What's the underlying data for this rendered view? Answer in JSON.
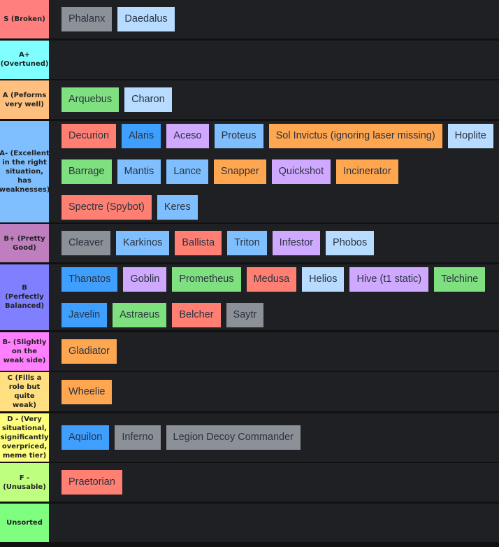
{
  "item_colors": {
    "gray": "#8c9097",
    "lightblue": "#b7dcff",
    "midblue": "#7fbfff",
    "blue": "#3f9fff",
    "red": "#ff7f73",
    "purple": "#cfa8ff",
    "orange": "#ffa650",
    "green": "#7fe07f"
  },
  "tiers": [
    {
      "label": "S (Broken)",
      "color": "#ff7f7f",
      "items": [
        {
          "name": "Phalanx",
          "color": "gray"
        },
        {
          "name": "Daedalus",
          "color": "lightblue"
        }
      ]
    },
    {
      "label": "A+ (Overtuned)",
      "color": "#7fffff",
      "items": []
    },
    {
      "label": "A (Peforms very well)",
      "color": "#ffbf7f",
      "items": [
        {
          "name": "Arquebus",
          "color": "green"
        },
        {
          "name": "Charon",
          "color": "lightblue"
        }
      ]
    },
    {
      "label": "A- (Excellent in the right situation, has weaknesses)",
      "color": "#7fbfff",
      "items": [
        {
          "name": "Decurion",
          "color": "red"
        },
        {
          "name": "Alaris",
          "color": "blue"
        },
        {
          "name": "Aceso",
          "color": "purple"
        },
        {
          "name": "Proteus",
          "color": "midblue"
        },
        {
          "name": "Sol Invictus (ignoring laser missing)",
          "color": "orange"
        },
        {
          "name": "Hoplite",
          "color": "lightblue"
        },
        {
          "name": "Barrage",
          "color": "green"
        },
        {
          "name": "Mantis",
          "color": "midblue"
        },
        {
          "name": "Lance",
          "color": "midblue"
        },
        {
          "name": "Snapper",
          "color": "orange"
        },
        {
          "name": "Quickshot",
          "color": "purple"
        },
        {
          "name": "Incinerator",
          "color": "orange"
        },
        {
          "name": "Spectre (Spybot)",
          "color": "red"
        },
        {
          "name": "Keres",
          "color": "midblue"
        }
      ]
    },
    {
      "label": "B+ (Pretty Good)",
      "color": "#bf7fbf",
      "items": [
        {
          "name": "Cleaver",
          "color": "gray"
        },
        {
          "name": "Karkinos",
          "color": "midblue"
        },
        {
          "name": "Ballista",
          "color": "red"
        },
        {
          "name": "Triton",
          "color": "midblue"
        },
        {
          "name": "Infestor",
          "color": "purple"
        },
        {
          "name": "Phobos",
          "color": "lightblue"
        }
      ]
    },
    {
      "label": "B (Perfectly Balanced)",
      "color": "#7f7fff",
      "items": [
        {
          "name": "Thanatos",
          "color": "blue"
        },
        {
          "name": "Goblin",
          "color": "purple"
        },
        {
          "name": "Prometheus",
          "color": "green"
        },
        {
          "name": "Medusa",
          "color": "red"
        },
        {
          "name": "Helios",
          "color": "lightblue"
        },
        {
          "name": "Hive (t1 static)",
          "color": "purple"
        },
        {
          "name": "Telchine",
          "color": "green"
        },
        {
          "name": "Javelin",
          "color": "blue"
        },
        {
          "name": "Astraeus",
          "color": "green"
        },
        {
          "name": "Belcher",
          "color": "red"
        },
        {
          "name": "Saytr",
          "color": "gray"
        }
      ]
    },
    {
      "label": "B- (Slightly on the weak side)",
      "color": "#ff7fff",
      "items": [
        {
          "name": "Gladiator",
          "color": "orange"
        }
      ]
    },
    {
      "label": "C (Fills a role but quite weak)",
      "color": "#ffdf7f",
      "items": [
        {
          "name": "Wheelie",
          "color": "orange"
        }
      ]
    },
    {
      "label": "D - (Very situational, significantly overpriced, meme tier)",
      "color": "#ffff7f",
      "items": [
        {
          "name": "Aquilon",
          "color": "blue"
        },
        {
          "name": "Inferno",
          "color": "gray"
        },
        {
          "name": "Legion Decoy Commander",
          "color": "gray"
        }
      ]
    },
    {
      "label": "F - (Unusable)",
      "color": "#bfff7f",
      "items": [
        {
          "name": "Praetorian",
          "color": "red"
        }
      ]
    },
    {
      "label": "Unsorted",
      "color": "#7fff7f",
      "items": []
    }
  ]
}
